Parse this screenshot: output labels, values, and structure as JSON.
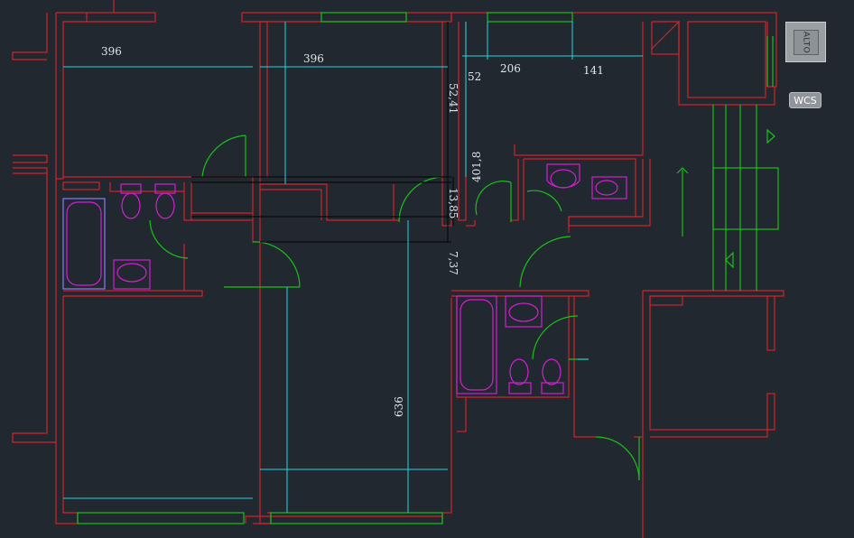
{
  "viewcube": {
    "face_label": "ALTO"
  },
  "wcs": {
    "label": "WCS"
  },
  "dimensions": {
    "d_top_left": "396",
    "d_top_mid": "396",
    "d_top_52": "52",
    "d_top_206": "206",
    "d_top_141": "141",
    "d_vert_5241": "52,41",
    "d_vert_4018": "401,8",
    "d_vert_13": "13,85",
    "d_vert_737": "7,37",
    "d_vert_636": "636"
  },
  "colors": {
    "background": "#212830",
    "wall": "#d2232a",
    "door": "#18c21a",
    "dimension": "#22d3e6",
    "fixture": "#d21fd2",
    "black": "#0a0a0a"
  }
}
